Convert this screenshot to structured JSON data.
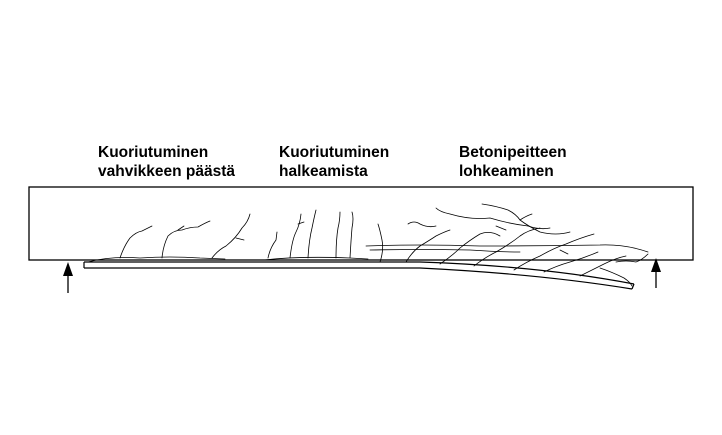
{
  "labels": {
    "end_debonding": {
      "line1": "Kuoriutuminen",
      "line2": "vahvikkeen päästä"
    },
    "crack_debonding": {
      "line1": "Kuoriutuminen",
      "line2": "halkeamista"
    },
    "cover_rip_off": {
      "line1": "Betonipeitteen",
      "line2": "lohkeaminen"
    }
  },
  "colors": {
    "stroke": "#000000",
    "background": "#ffffff"
  },
  "icons": {
    "support_left": "up-arrow-icon",
    "support_right": "up-arrow-icon"
  }
}
